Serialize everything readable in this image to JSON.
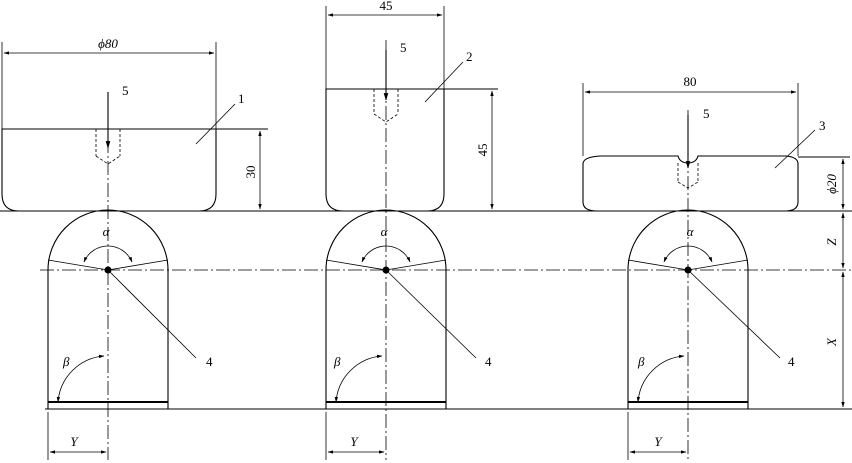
{
  "dimensions": {
    "dia80": "ϕ80",
    "h30": "30",
    "w45": "45",
    "h45": "45",
    "w80": "80",
    "dia20": "ϕ20"
  },
  "callouts": {
    "part1": "1",
    "part2": "2",
    "part3": "3",
    "force_a": "5",
    "force_b": "5",
    "force_c": "5",
    "pivot_a": "4",
    "pivot_b": "4",
    "pivot_c": "4"
  },
  "angles": {
    "alpha_a": "α",
    "alpha_b": "α",
    "alpha_c": "α",
    "beta_a": "β",
    "beta_b": "β",
    "beta_c": "β"
  },
  "variables": {
    "z": "Z",
    "x": "X",
    "y_a": "Y",
    "y_b": "Y",
    "y_c": "Y"
  }
}
